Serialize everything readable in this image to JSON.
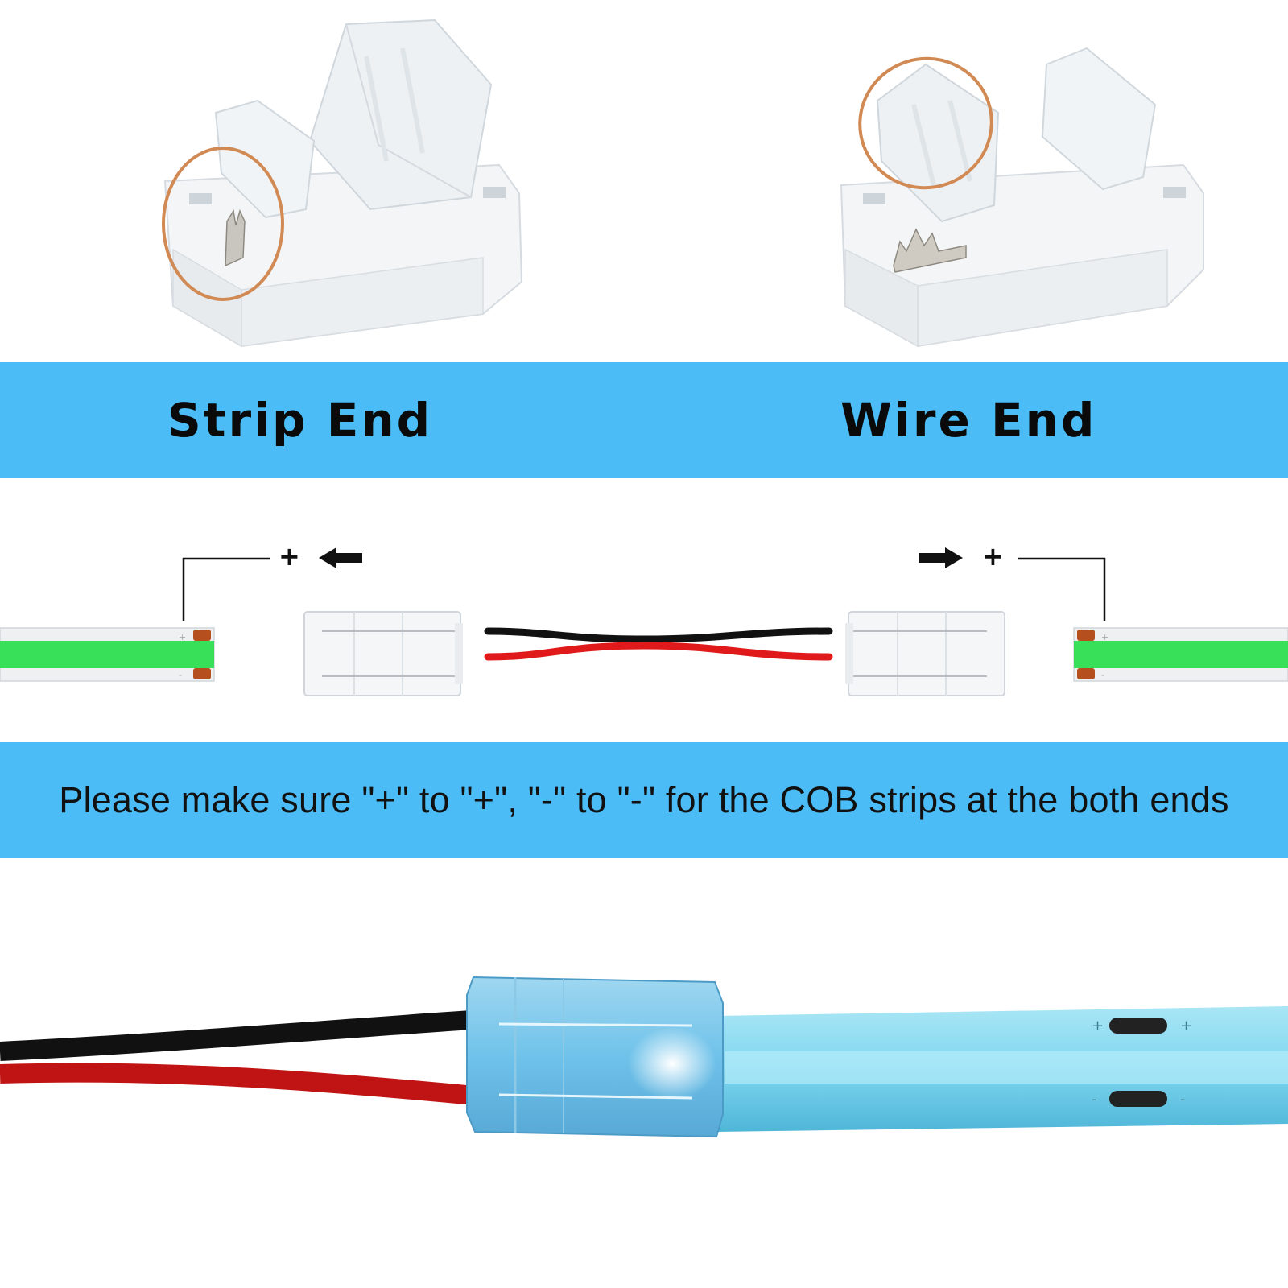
{
  "labels": {
    "strip_end": "Strip End",
    "wire_end": "Wire End"
  },
  "notice": "Please make sure \"+\" to \"+\", \"-\" to \"-\" for the COB strips at the both ends",
  "polarity": {
    "left_plus": "+",
    "right_plus": "+"
  },
  "colors": {
    "band": "#4bbcf5",
    "highlight_ring": "#d28a54",
    "strip_green": "#38e05a",
    "wire_red": "#e01a1a",
    "wire_black": "#111111",
    "glow_blue": "#7fd6ef"
  },
  "icons": {
    "arrow_left": "arrow-left-icon",
    "arrow_right": "arrow-right-icon"
  }
}
